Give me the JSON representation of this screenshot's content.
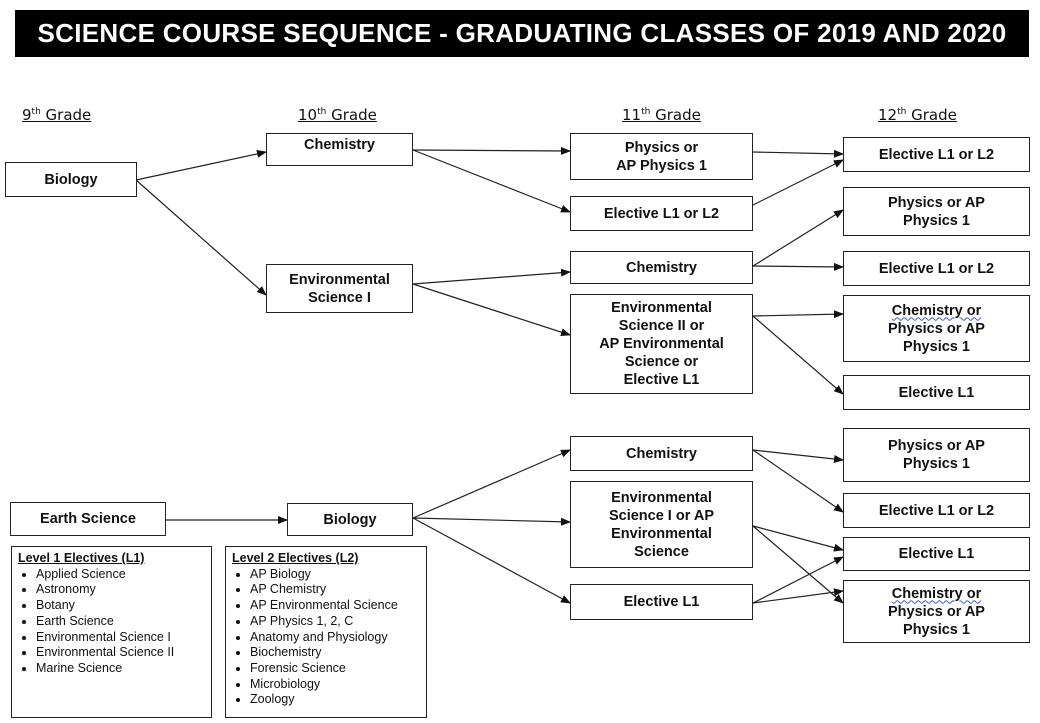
{
  "title": "SCIENCE COURSE SEQUENCE - GRADUATING CLASSES OF 2019 AND 2020",
  "grades": [
    {
      "num": "9",
      "sup": "th",
      "label": " Grade"
    },
    {
      "num": "10",
      "sup": "th",
      "label": " Grade"
    },
    {
      "num": "11",
      "sup": "th",
      "label": " Grade"
    },
    {
      "num": "12",
      "sup": "th",
      "label": " Grade"
    }
  ],
  "nodes": {
    "biology_9": [
      "Biology"
    ],
    "chemistry_10": [
      "Chemistry"
    ],
    "env_sci_10": [
      "Environmental",
      "Science I"
    ],
    "physics_11": [
      "Physics or",
      "AP Physics 1"
    ],
    "elective_l1l2_11": [
      "Elective L1 or L2"
    ],
    "chemistry_11a": [
      "Chemistry"
    ],
    "env_sci_ii_11": [
      "Environmental",
      "Science II or",
      "AP Environmental",
      "Science or",
      "Elective L1"
    ],
    "elective_l1l2_12a": [
      "Elective L1 or L2"
    ],
    "physics_12a": [
      "Physics or AP",
      "Physics 1"
    ],
    "elective_l1l2_12b": [
      "Elective L1 or L2"
    ],
    "chem_phys_12a": [
      "Chemistry or",
      "Physics or AP",
      "Physics 1"
    ],
    "elective_l1_12a": [
      "Elective L1"
    ],
    "earth_science_9": [
      "Earth Science"
    ],
    "biology_10": [
      "Biology"
    ],
    "chemistry_11b": [
      "Chemistry"
    ],
    "env_sci_i_ap_11": [
      "Environmental",
      "Science I or AP",
      "Environmental",
      "Science"
    ],
    "elective_l1_11": [
      "Elective L1"
    ],
    "physics_12b": [
      "Physics or AP",
      "Physics 1"
    ],
    "elective_l1l2_12c": [
      "Elective L1 or L2"
    ],
    "elective_l1_12b": [
      "Elective L1"
    ],
    "chem_phys_12b": [
      "Chemistry or",
      "Physics or AP",
      "Physics 1"
    ]
  },
  "legend_l1": {
    "title": "Level 1 Electives (L1)",
    "items": [
      "Applied Science",
      "Astronomy",
      "Botany",
      "Earth Science",
      "Environmental Science I",
      "Environmental Science II",
      "Marine Science"
    ]
  },
  "legend_l2": {
    "title": "Level 2 Electives (L2)",
    "items": [
      "AP Biology",
      "AP Chemistry",
      "AP Environmental Science",
      "AP Physics 1, 2, C",
      "Anatomy and Physiology",
      "Biochemistry",
      "Forensic Science",
      "Microbiology",
      "Zoology"
    ]
  }
}
